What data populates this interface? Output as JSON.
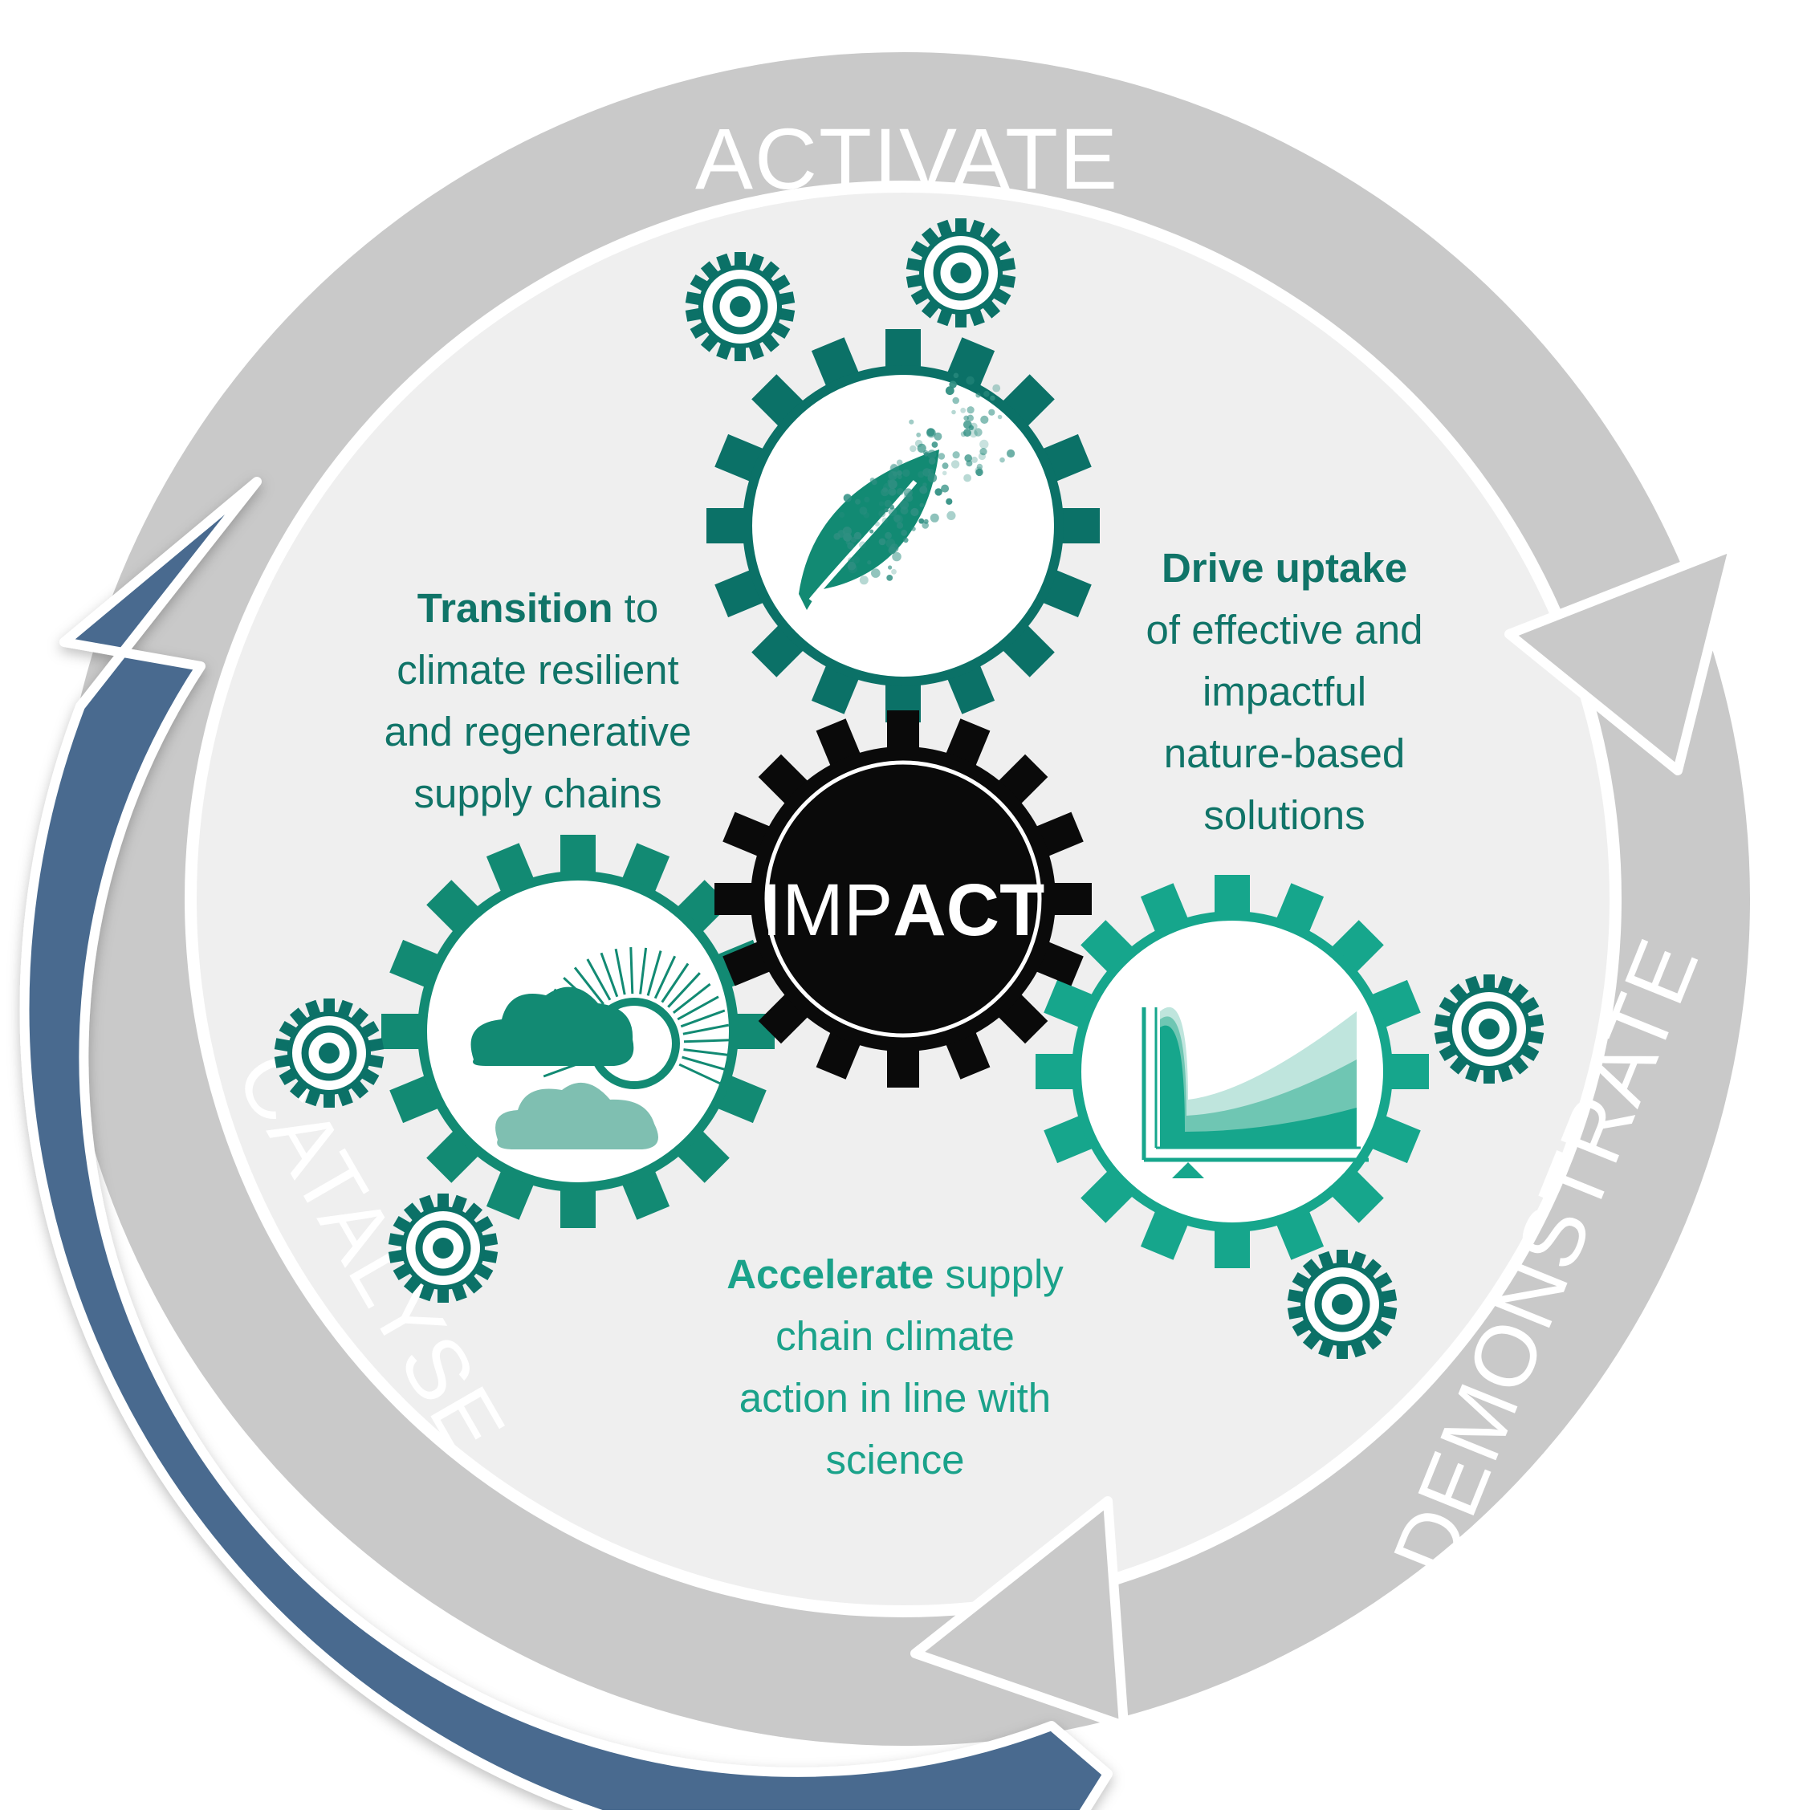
{
  "cycle": {
    "activate": "ACTIVATE",
    "demonstrate": "DEMONSTRATE",
    "catalyse": "CATALYSE"
  },
  "center": {
    "imp": "IMP",
    "act": "ACT"
  },
  "captions": {
    "transition": {
      "bold": "Transition",
      "line1_rest": " to",
      "line2": "climate resilient",
      "line3": "and regenerative",
      "line4": "supply chains"
    },
    "drive": {
      "bold": "Drive uptake",
      "line2": "of effective and",
      "line3": "impactful",
      "line4": "nature-based",
      "line5": "solutions"
    },
    "accelerate": {
      "bold": "Accelerate",
      "line1_rest": " supply",
      "line2": "chain climate",
      "line3": "action in line with",
      "line4": "science"
    }
  },
  "colors": {
    "ring_grey": "#c9c9c9",
    "catalyse_blue": "#486b8f",
    "teal_dark": "#0b7167",
    "teal_mid": "#128a73",
    "teal_light": "#16a68c",
    "impact_black": "#0a0a0a",
    "inner_bg": "#efefef"
  },
  "icons": [
    "leaf-particles-icon",
    "cloud-sun-icon",
    "distribution-chart-icon",
    "small-gear-icon"
  ]
}
